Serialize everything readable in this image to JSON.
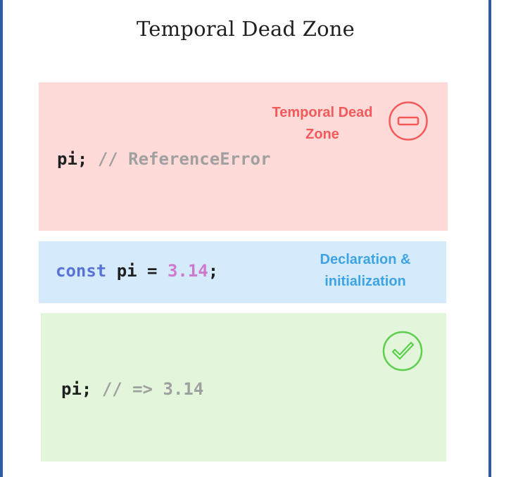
{
  "title": "Temporal Dead Zone",
  "panels": {
    "tdz": {
      "label_line1": "Temporal Dead",
      "label_line2": "Zone",
      "code_ident": "pi;",
      "code_comment": "// ReferenceError",
      "icon": "minus-circle-icon",
      "color": "#f55a5a",
      "background": "#fedad9"
    },
    "declaration": {
      "label_line1": "Declaration &",
      "label_line2": "initialization",
      "code_keyword": "const",
      "code_ident": "pi =",
      "code_number": "3.14",
      "code_end": ";",
      "color": "#3da3e4",
      "background": "#d5ebfb"
    },
    "initialized": {
      "code_ident": "pi;",
      "code_comment": "// => 3.14",
      "icon": "check-circle-icon",
      "color": "#5ccf4d",
      "background": "#e3f5db"
    }
  }
}
